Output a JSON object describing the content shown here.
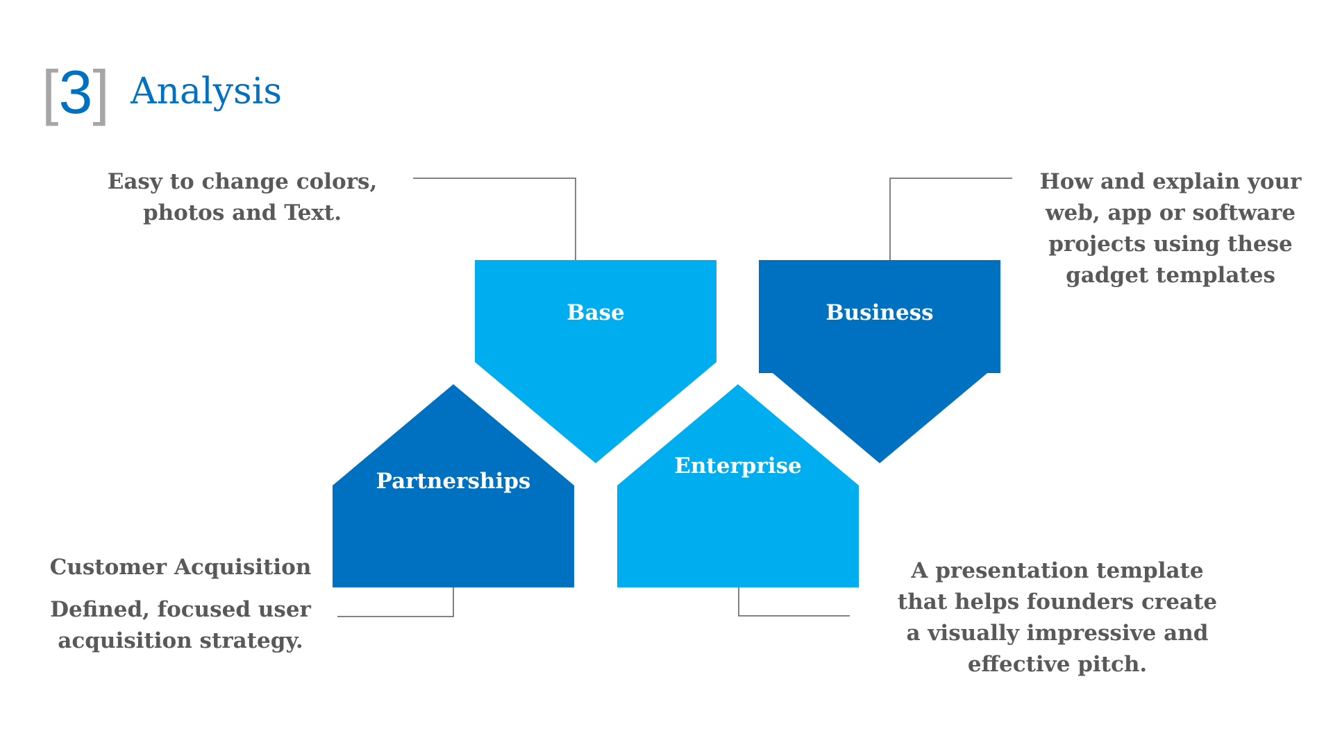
{
  "header": {
    "section_number": "3",
    "bracket_open": "[",
    "bracket_close": "]",
    "title": "Analysis"
  },
  "colors": {
    "light_blue": "#00AEEF",
    "dark_blue": "#0070C0",
    "text_gray": "#595959",
    "bracket_gray": "#A6A6A6",
    "connector_gray": "#595959"
  },
  "shapes": [
    {
      "label": "Base",
      "color": "light_blue",
      "direction": "down"
    },
    {
      "label": "Business",
      "color": "dark_blue",
      "direction": "down"
    },
    {
      "label": "Partnerships",
      "color": "dark_blue",
      "direction": "up"
    },
    {
      "label": "Enterprise",
      "color": "light_blue",
      "direction": "up"
    }
  ],
  "callouts": {
    "base": {
      "lines": [
        "Easy to change colors,",
        "photos and Text."
      ]
    },
    "business": {
      "lines": [
        "How and explain your",
        "web, app or software",
        "projects using these",
        "gadget templates"
      ]
    },
    "partnerships": {
      "heading": "Customer Acquisition",
      "lines": [
        "Defined, focused user",
        "acquisition strategy."
      ]
    },
    "enterprise": {
      "lines": [
        "A presentation template",
        "that helps founders create",
        "a visually impressive and",
        "effective pitch."
      ]
    }
  }
}
